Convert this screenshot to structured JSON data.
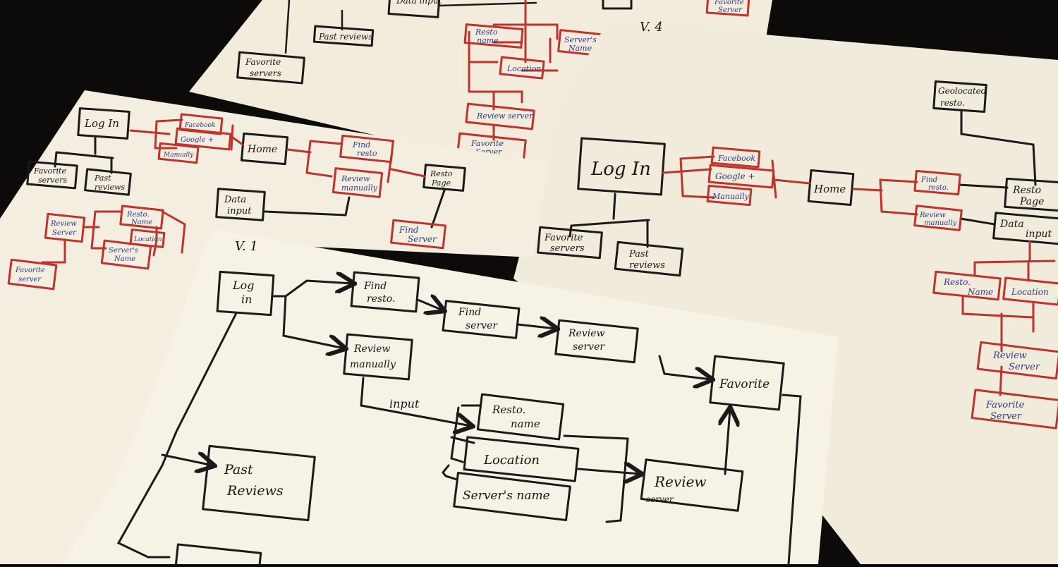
{
  "sheets": {
    "top": {
      "nodes": {
        "data_input": "Data\ninput",
        "past_reviews": "Past reviews",
        "favorite_servers": "Favorite\nservers",
        "resto_name": "Resto\nname",
        "servers_name": "Server's\nName",
        "location": "Location",
        "review_server": "Review server",
        "favorite_server": "Favorite\nServer",
        "corner_note": "Favorite\nServer"
      }
    },
    "v4": {
      "version": "V. 4",
      "nodes": {
        "geolocated_resto": "Geolocated\nresto.",
        "log_in": "Log In",
        "facebook": "Facebook",
        "google": "Google +",
        "manually": "Manually",
        "home": "Home",
        "find_resto": "Find\nresto.",
        "resto_page": "Resto\nPage",
        "review_manually": "Review\nmanually",
        "data_input": "Data\ninput",
        "favorite_servers": "Favorite\nservers",
        "past_reviews": "Past\nreviews",
        "resto_name": "Resto.\nName",
        "location": "Location",
        "review_server": "Review\nServer",
        "favorite_server": "Favorite\nServer"
      }
    },
    "middle": {
      "nodes": {
        "log_in": "Log In",
        "facebook": "Facebook",
        "google": "Google +",
        "manually": "Manually",
        "home": "Home",
        "find_resto": "Find\nresto",
        "review_manually": "Review\nmanually",
        "resto_page": "Resto\nPage",
        "favorite_servers": "Favorite\nservers",
        "past_reviews": "Past\nreviews",
        "data_input": "Data\ninput",
        "find_server": "Find\nServer",
        "review_server": "Review\nServer",
        "resto_name": "Resto.\nName",
        "location": "Location",
        "servers_name": "Server's\nName",
        "favorite_server": "Favorite\nserver"
      }
    },
    "v1": {
      "version": "V. 1",
      "nodes": {
        "log_in": "Log\nin",
        "find_resto": "Find\nresto.",
        "find_server": "Find\nserver",
        "review_server_top": "Review\nserver",
        "review_manually": "Review\nmanually",
        "favorite": "Favorite",
        "input_label": "input",
        "resto_name": "Resto.\nname",
        "location": "Location",
        "servers_name": "Server's name",
        "review_server": "Review\nserver",
        "past_reviews": "Past\nReviews"
      }
    }
  }
}
